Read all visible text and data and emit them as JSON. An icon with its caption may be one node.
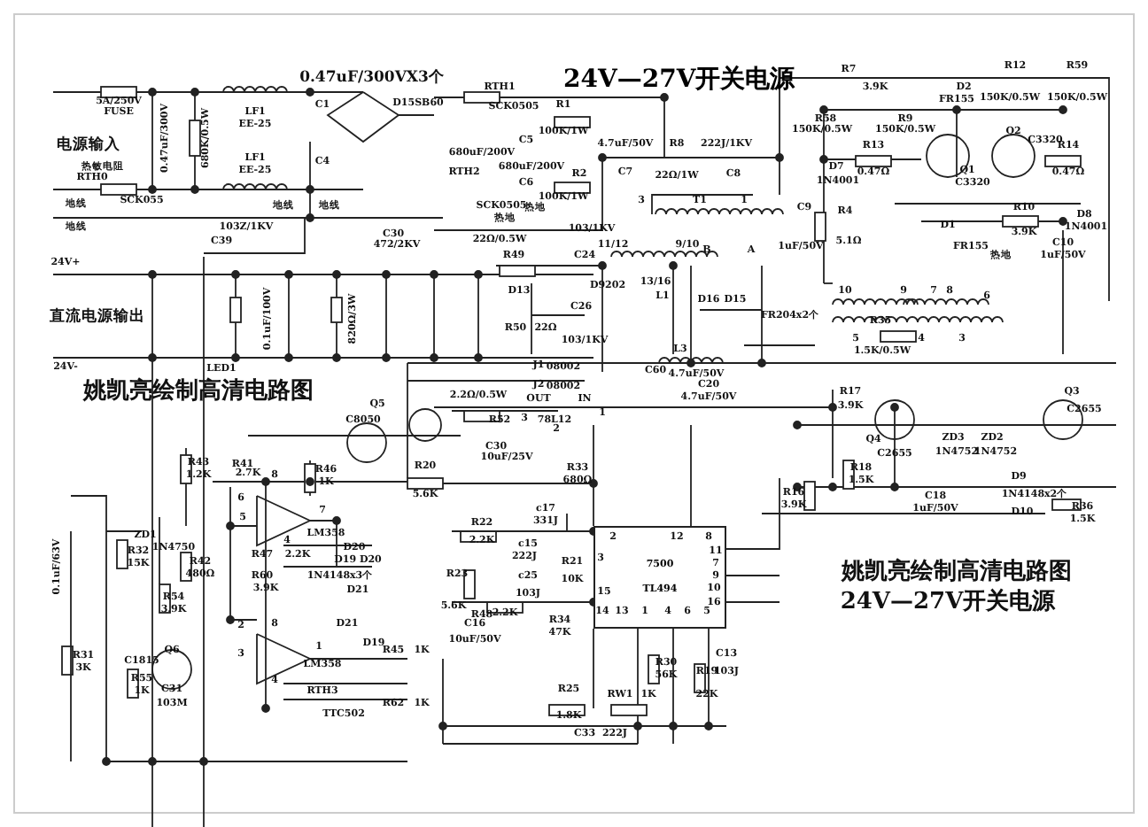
{
  "diagram": {
    "title": "24V—27V开关电源",
    "nodes": [
      {
        "text": [
          "7500",
          "TL494"
        ]
      }
    ],
    "edges": [],
    "labels": [
      "5A/250V",
      "FUSE",
      "0.47uF/300VX3个",
      "LF1",
      "EE-25",
      "电源输入",
      "0.47uF/300V",
      "680K/0.5W",
      "C1",
      "C4",
      "热敏电阻",
      "RTH0",
      "SCK055",
      "LF1",
      "EE-25",
      "地线",
      "地线",
      "103Z/1KV",
      "C39",
      "地线",
      "地线",
      "24V+",
      "直流电源输出",
      "24V-",
      "LED1",
      "0.1uF/100V",
      "820Ω/3W",
      "D15SB60",
      "RTH1",
      "SCK0505",
      "R1",
      "100K/1W",
      "C5",
      "680uF/200V",
      "680uF/200V",
      "C6",
      "RTH2",
      "SCK0505",
      "R2",
      "100K/1W",
      "热地",
      "热地",
      "C30",
      "472/2KV",
      "4.7uF/50V",
      "C7",
      "R8",
      "22Ω/1W",
      "222J/1KV",
      "C8",
      "3",
      "T1",
      "1",
      "R7",
      "3.9K",
      "R12",
      "150K/0.5W",
      "R59",
      "150K/0.5W",
      "D2",
      "FR155",
      "R58",
      "150K/0.5W",
      "R9",
      "150K/0.5W",
      "Q2",
      "C3320",
      "R13",
      "0.47Ω",
      "D7",
      "1N4001",
      "Q1",
      "C3320",
      "R14",
      "0.47Ω",
      "C9",
      "1uF/50V",
      "R4",
      "5.1Ω",
      "D1",
      "FR155",
      "R10",
      "3.9K",
      "D8",
      "1N4001",
      "热地",
      "C10",
      "1uF/50V",
      "22Ω/0.5W",
      "R49",
      "103/1KV",
      "11/12",
      "9/10",
      "C24",
      "B",
      "A",
      "13/16",
      "10",
      "9",
      "7",
      "8",
      "6",
      "D13",
      "D9202",
      "L1",
      "D16",
      "D15",
      "FR204x2个",
      "C26",
      "R50",
      "22Ω",
      "103/1KV",
      "5",
      "R35",
      "4",
      "3",
      "1.5K/0.5W",
      "J1",
      "08002",
      "J2",
      "08002",
      "L3",
      "C60",
      "4.7uF/50V",
      "C20",
      "4.7uF/50V",
      "姚凯亮绘制高清电路图",
      "Q5",
      "C8050",
      "2.2Ω/0.5W",
      "R52",
      "OUT",
      "78L12",
      "IN",
      "1",
      "3",
      "2",
      "C30",
      "10uF/25V",
      "R17",
      "3.9K",
      "Q3",
      "C2655",
      "R43",
      "1.2K",
      "R41",
      "2.7K",
      "R46",
      "1K",
      "R33",
      "680Ω",
      "Q4",
      "C2655",
      "ZD3",
      "1N4752",
      "ZD2",
      "1N4752",
      "R18",
      "1.5K",
      "R20",
      "5.6K",
      "6",
      "8",
      "5",
      "7",
      "R16",
      "3.9K",
      "C18",
      "1uF/50V",
      "D9",
      "1N4148x2个",
      "D10",
      "R36",
      "1.5K",
      "c17",
      "331J",
      "ZD1",
      "1N4750",
      "LM358",
      "R32",
      "15K",
      "0.1uF/63V",
      "R47",
      "2.2K",
      "4",
      "D20",
      "D19 D20",
      "1N4148x3个",
      "D21",
      "R22",
      "2.2K",
      "c15",
      "222J",
      "2",
      "12",
      "8",
      "11",
      "7",
      "9",
      "10",
      "16",
      "3",
      "15",
      "R42",
      "480Ω",
      "R21",
      "10K",
      "R23",
      "5.6K",
      "c25",
      "103J",
      "R60",
      "3.9K",
      "R54",
      "3.9K",
      "R48",
      "2.2K",
      "14",
      "13",
      "1",
      "4",
      "6",
      "5",
      "D21",
      "R34",
      "47K",
      "2",
      "8",
      "1",
      "D19",
      "C16",
      "10uF/50V",
      "Q6",
      "C1815",
      "3",
      "LM358",
      "4",
      "R45",
      "1K",
      "R31",
      "3K",
      "R30",
      "56K",
      "C13",
      "103J",
      "R19",
      "22K",
      "R55",
      "1K",
      "C31",
      "103M",
      "RTH3",
      "TTC502",
      "R25",
      "1.8K",
      "R62",
      "1K",
      "RW1",
      "1K",
      "C33",
      "222J",
      "姚凯亮绘制高清电路图",
      "24V—27V开关电源"
    ]
  }
}
